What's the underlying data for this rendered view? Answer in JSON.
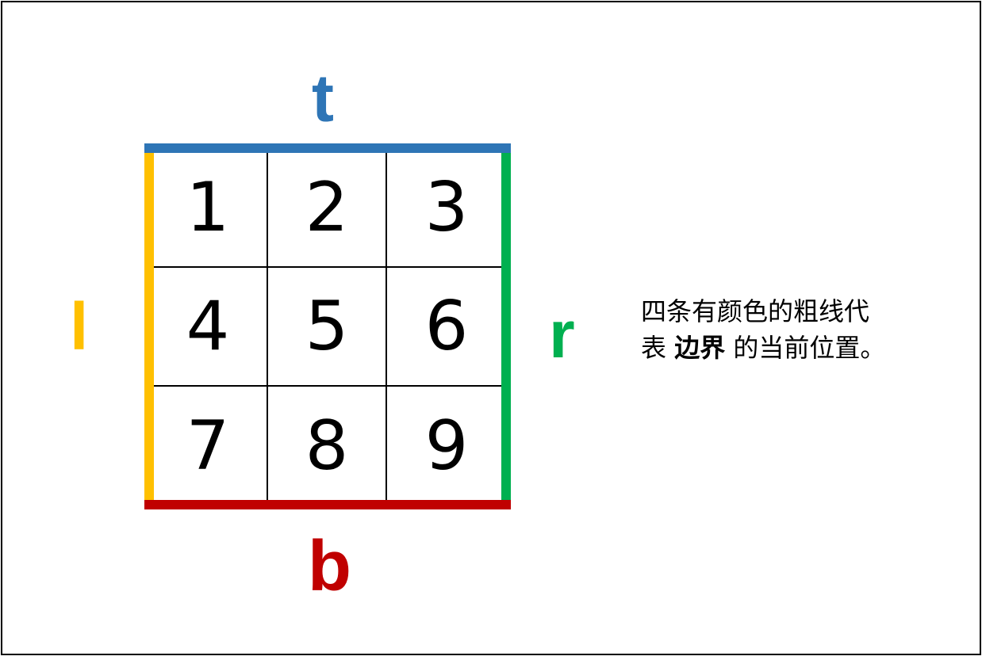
{
  "boundaries": {
    "top": {
      "label": "t",
      "color": "#2E75B6"
    },
    "left": {
      "label": "l",
      "color": "#FFC000"
    },
    "right": {
      "label": "r",
      "color": "#00B050"
    },
    "bottom": {
      "label": "b",
      "color": "#C00000"
    }
  },
  "matrix": [
    [
      "1",
      "2",
      "3"
    ],
    [
      "4",
      "5",
      "6"
    ],
    [
      "7",
      "8",
      "9"
    ]
  ],
  "caption": {
    "line1": "四条有颜色的粗线代",
    "line2_prefix": "表 ",
    "line2_bold": "边界",
    "line2_suffix": " 的当前位置。"
  }
}
